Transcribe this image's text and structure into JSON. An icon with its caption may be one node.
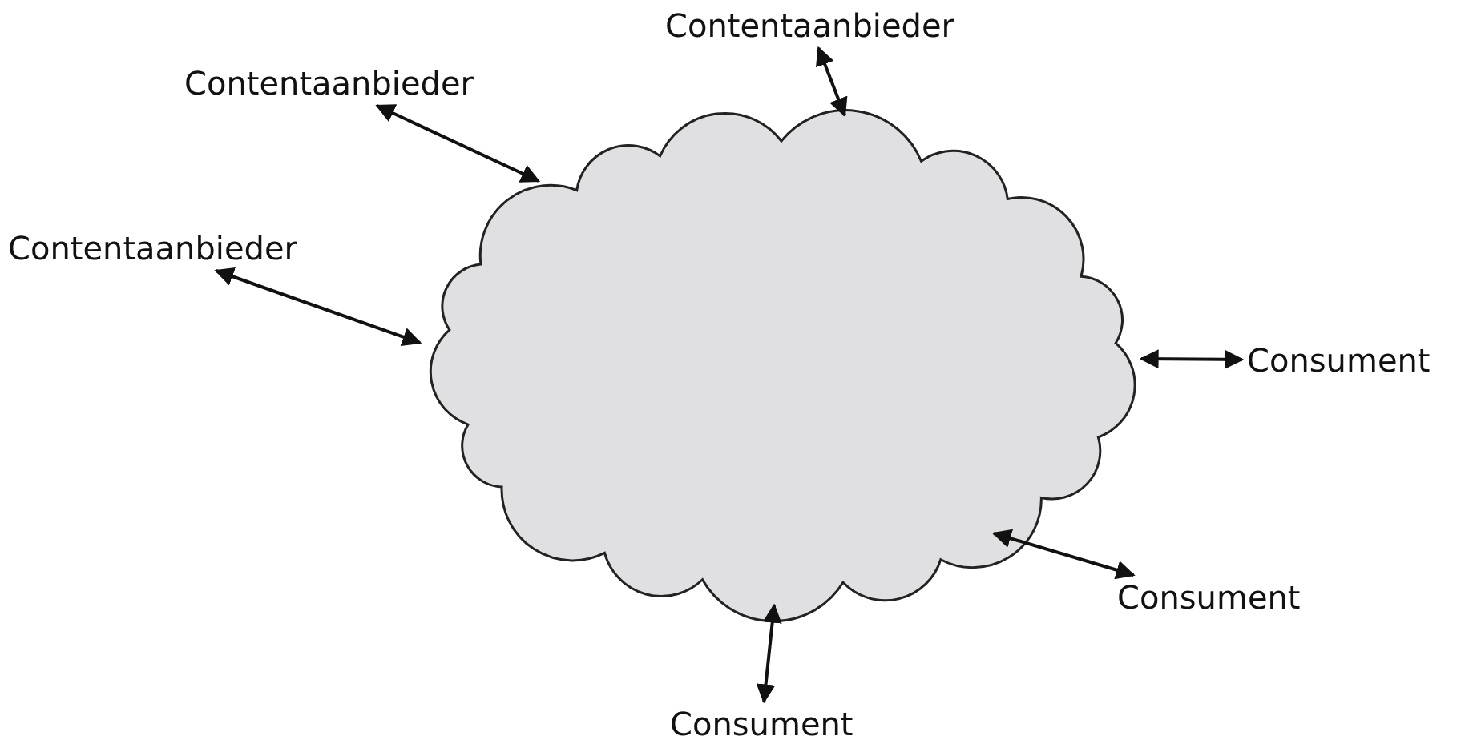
{
  "diagram": {
    "nodes": [
      {
        "text": [],
        "shape": "cloud"
      },
      {
        "text": [
          "Contentaanbieder"
        ]
      },
      {
        "text": [
          "Contentaanbieder"
        ]
      },
      {
        "text": [
          "Contentaanbieder"
        ]
      },
      {
        "text": [
          "Consument"
        ]
      },
      {
        "text": [
          "Consument"
        ]
      },
      {
        "text": [
          "Consument"
        ]
      }
    ],
    "edges": [
      {
        "from": 1,
        "to": 0,
        "arrow": "both"
      },
      {
        "from": 2,
        "to": 0,
        "arrow": "both"
      },
      {
        "from": 3,
        "to": 0,
        "arrow": "both"
      },
      {
        "from": 0,
        "to": 4,
        "arrow": "both"
      },
      {
        "from": 0,
        "to": 5,
        "arrow": "both"
      },
      {
        "from": 0,
        "to": 6,
        "arrow": "both"
      }
    ]
  }
}
